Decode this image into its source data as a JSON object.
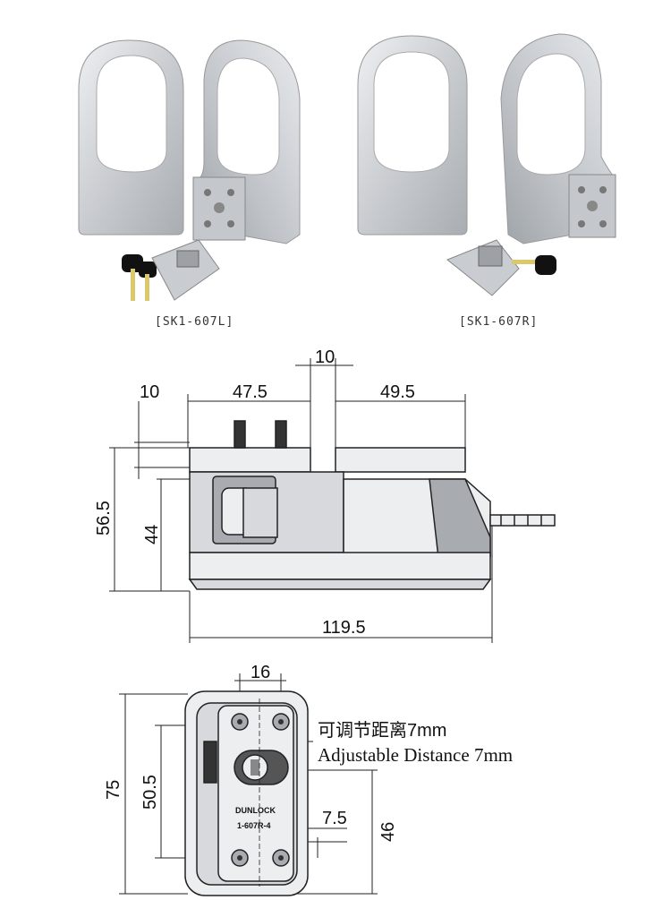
{
  "products": [
    {
      "label": "[SK1-607L]"
    },
    {
      "label": "[SK1-607R]"
    }
  ],
  "front_view": {
    "dims": {
      "d10_top": "10",
      "d10_left": "10",
      "d47_5": "47.5",
      "d49_5": "49.5",
      "d56_5": "56.5",
      "d44": "44",
      "d119_5": "119.5"
    }
  },
  "top_view": {
    "dims": {
      "d16": "16",
      "d75": "75",
      "d50_5": "50.5",
      "d7_5": "7.5",
      "d46": "46"
    },
    "plate_text_1": "DUNLOCK",
    "plate_text_2": "1-607R-4",
    "note_cn": "可调节距离7mm",
    "note_en": "Adjustable Distance  7mm"
  },
  "colors": {
    "metal": "#d7d9dc",
    "line": "#222222"
  }
}
